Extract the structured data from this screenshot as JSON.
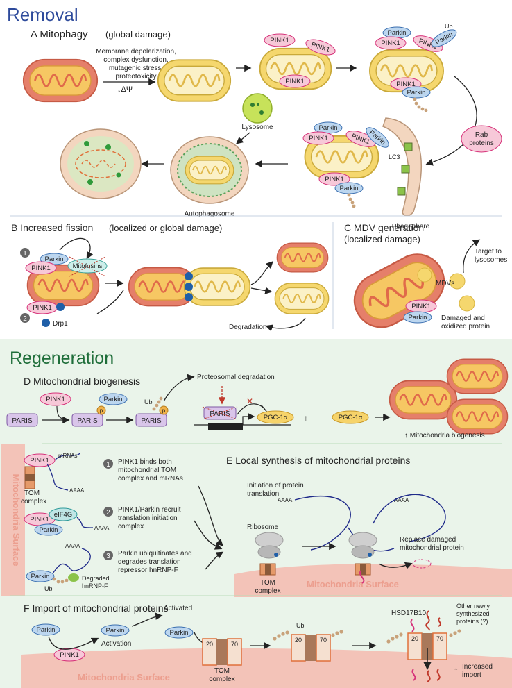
{
  "removal": {
    "heading": "Removal",
    "a_title": "A  Mitophagy",
    "a_sub": "(global damage)",
    "stress": [
      "Membrane depolarization,",
      "complex dysfunction,",
      "mutagenic stress,",
      "proteotoxicity"
    ],
    "delta_psi": "↓ΔΨ",
    "lysosome": "Lysosome",
    "autophagosome": "Autophagosome",
    "phagophore": "Phagophore",
    "lc3": "LC3",
    "rab": [
      "Rab",
      "proteins"
    ],
    "ub": "Ub",
    "b_title": "B  Increased fission",
    "b_sub": "(localized or global damage)",
    "mitofusins": "Mitofusins",
    "drp1": "Drp1",
    "degradation": "Degradation",
    "step1": "1",
    "step2": "2",
    "c_title": "C  MDV generation",
    "c_sub": "(localized damage)",
    "mdvs": "MDVs",
    "target": [
      "Target to",
      "lysosomes"
    ],
    "damaged": [
      "Damaged and",
      "oxidized protein"
    ]
  },
  "proteins": {
    "pink1": "PINK1",
    "parkin": "Parkin",
    "paris": "PARIS",
    "pgc": "PGC-1α",
    "p": "p",
    "eif4g": "eIF4G"
  },
  "regeneration": {
    "heading": "Regeneration",
    "d_title": "D  Mitochondrial biogenesis",
    "proteasomal": "Proteosomal degradation",
    "ub": "Ub",
    "x": "✕",
    "up_pgc": "↑",
    "biogenesis": "↑ Mitochondria biogenesis",
    "surface_vertical": "Mitochondria Surface",
    "mrnas": "mRNAs",
    "aaaa": "AAAA",
    "tom": [
      "TOM",
      "complex"
    ],
    "step1": "1",
    "step2": "2",
    "step3": "3",
    "step1_text": [
      "PINK1 binds both",
      "mitochondrial TOM",
      "complex and mRNAs"
    ],
    "step2_text": [
      "PINK1/Parkin recruit",
      "translation initiation",
      "complex"
    ],
    "step3_text": [
      "Parkin ubiquitinates and",
      "degrades translation",
      "repressor hnRNP-F"
    ],
    "degraded": [
      "Degraded",
      "hnRNP-F"
    ],
    "e_title": "E  Local synthesis of mitochondrial proteins",
    "initiation": [
      "Initiation of protein",
      "translation"
    ],
    "ribosome": "Ribosome",
    "replace": [
      "Replace damaged",
      "mitochondrial protein"
    ],
    "surface": "Mitochondria Surface",
    "f_title": "F  Import of mitochondrial proteins",
    "activation": "Activation",
    "activated": "Activated",
    "n20": "20",
    "n70": "70",
    "hsd": "HSD17B10",
    "other": [
      "Other newly",
      "synthesized",
      "proteins (?)"
    ],
    "increased": [
      "Increased",
      "import"
    ],
    "up": "↑"
  },
  "colors": {
    "heading_blue": "#2d4a9b",
    "heading_green": "#1f6e3a",
    "regen_bg": "#eaf4ea",
    "mito_red": "#e57f6a",
    "mito_yellow": "#f5d76e",
    "pink1_fill": "#f7c8d8",
    "pink1_stroke": "#d6337a",
    "parkin_fill": "#bcd6ef",
    "parkin_stroke": "#3b6fb0",
    "paris_fill": "#d9c5ea",
    "pgc_fill": "#f6d36a",
    "surface": "#f3c3b8"
  }
}
